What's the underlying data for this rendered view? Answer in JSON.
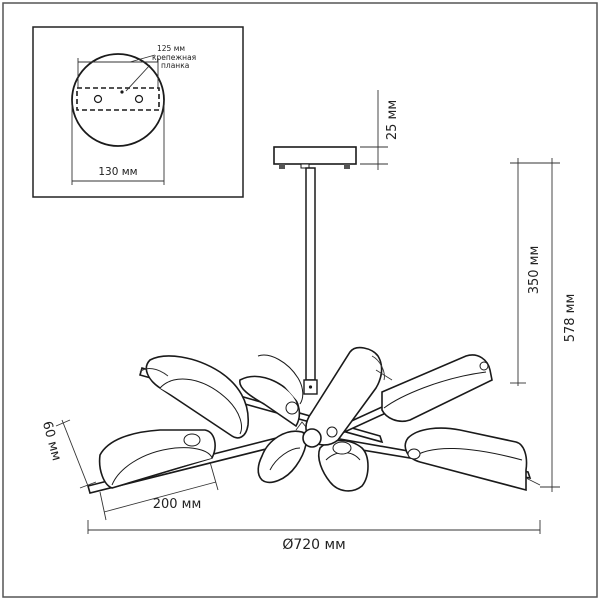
{
  "frame": {
    "border_color": "#555555"
  },
  "mount_detail": {
    "label_width": "125 мм",
    "label_bracket_line1": "крепежная",
    "label_bracket_line2": "планка",
    "label_diameter": "130 мм"
  },
  "dimensions": {
    "canopy_height": "25 мм",
    "rod_length": "350 мм",
    "total_height": "578 мм",
    "shade_height": "60 мм",
    "shade_length": "200 мм",
    "diameter": "Ø720 мм"
  }
}
